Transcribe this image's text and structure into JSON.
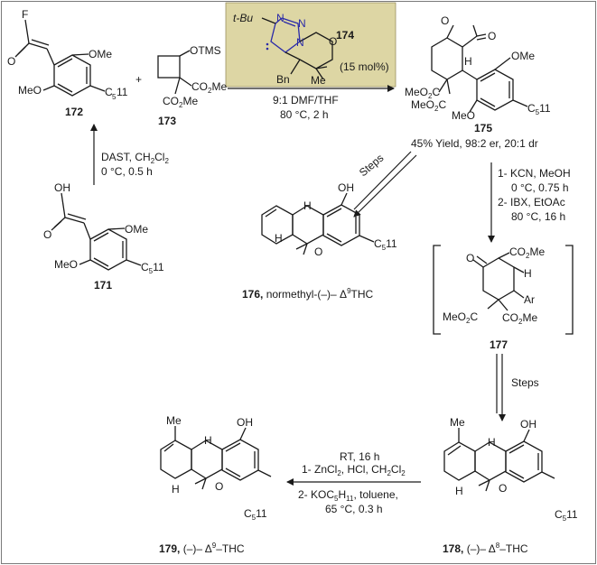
{
  "compounds": {
    "c172": {
      "label": "172",
      "groups": {
        "f": "F",
        "o": "O",
        "ome1": "OMe",
        "meo": "MeO",
        "c5": "C",
        "c5sub": "5",
        "c5sub2": "11"
      }
    },
    "c173": {
      "label": "173",
      "groups": {
        "otms": "OTMS",
        "co2me1": "CO",
        "co2me1b": "2",
        "co2me1c": "Me",
        "co2me2": "CO",
        "co2me2b": "2",
        "co2me2c": "Me"
      }
    },
    "c171": {
      "label": "171",
      "groups": {
        "oh": "OH",
        "o": "O",
        "ome": "OMe",
        "meo": "MeO",
        "c5": "C",
        "c5sub": "5",
        "c5sub2": "11"
      }
    },
    "c174": {
      "label": "174",
      "groups": {
        "tbu": "t-Bu",
        "n1": "N",
        "n2": "N",
        "n3": "N",
        "o": "O",
        "bn": "Bn",
        "me": "Me",
        "loading": "(15 mol%)"
      }
    },
    "c175": {
      "label": "175",
      "result": "45% Yield, 98:2 er, 20:1 dr",
      "groups": {
        "o1": "O",
        "o2": "O",
        "h": "H",
        "ome": "OMe",
        "meo2c": "MeO",
        "meo2cb": "2",
        "meo2cc": "C",
        "meo2c2": "MeO",
        "meo2c2b": "2",
        "meo2c2c": "C",
        "meo": "MeO",
        "c5": "C",
        "c5sub": "5",
        "c5sub2": "11"
      }
    },
    "c176": {
      "label": "176,",
      "name": "normethyl-(–)– Δ",
      "name_sup": "9",
      "name_tail": "THC",
      "groups": {
        "oh": "OH",
        "h1": "H",
        "h2": "H",
        "o": "O",
        "c5": "C",
        "c5sub": "5",
        "c5sub2": "11"
      }
    },
    "c177": {
      "label": "177",
      "groups": {
        "o": "O",
        "co2me": "CO",
        "co2meb": "2",
        "co2mec": "Me",
        "h": "H",
        "ar": "Ar",
        "meo2c": "MeO",
        "meo2cb": "2",
        "meo2cc": "C",
        "co2me2": "CO",
        "co2me2b": "2",
        "co2me2c": "Me"
      }
    },
    "c178": {
      "label": "178,",
      "name": "(–)– Δ",
      "name_sup": "8",
      "name_tail": "–THC",
      "groups": {
        "me": "Me",
        "oh": "OH",
        "h1": "H",
        "h2": "H",
        "o": "O",
        "c5": "C",
        "c5sub": "5",
        "c5sub2": "11"
      }
    },
    "c179": {
      "label": "179,",
      "name": "(–)– Δ",
      "name_sup": "9",
      "name_tail": "–THC",
      "groups": {
        "me": "Me",
        "oh": "OH",
        "h1": "H",
        "h2": "H",
        "o": "O",
        "c5": "C",
        "c5sub": "5",
        "c5sub2": "11"
      }
    }
  },
  "reactions": {
    "r1": {
      "l1": "DAST,  CH",
      "l1sub": "2",
      "l1b": "Cl",
      "l1sub2": "2",
      "l2": "0 °C, 0.5 h"
    },
    "r2": {
      "l1": "9:1 DMF/THF",
      "l2": "80 °C, 2 h"
    },
    "r3": {
      "l1": "Steps"
    },
    "r4": {
      "l1": "1- KCN, MeOH",
      "l2": "0 °C, 0.75 h",
      "l3": "2- IBX, EtOAc",
      "l4": "80 °C, 16 h"
    },
    "r5": {
      "l1": "Steps"
    },
    "r6": {
      "l1": "1- ZnCl",
      "l1sub": "2",
      "l1b": ", HCl,  CH",
      "l1sub2": "2",
      "l1c": "Cl",
      "l1sub3": "2",
      "l2": "RT, 16 h",
      "l3": "2- KOC",
      "l3sub": "5",
      "l3b": "H",
      "l3sub2": "11",
      "l3c": ", toluene,",
      "l4": "65 °C, 0.3 h"
    }
  },
  "plus": "+",
  "colors": {
    "catalyst_box": "#ddd6a4",
    "catalyst_atoms": "#2a2aa8",
    "frame": "#7a7a7a"
  }
}
